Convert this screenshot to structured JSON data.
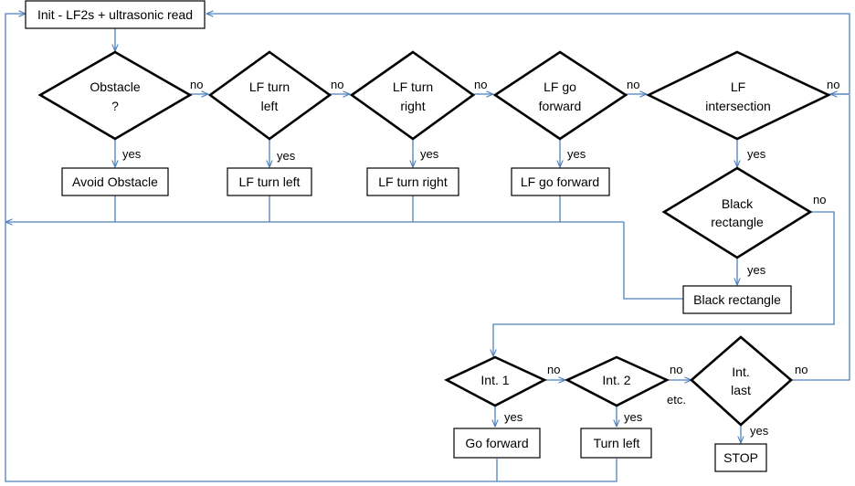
{
  "colors": {
    "connector": "#4f81bd",
    "shape_border": "#000000",
    "background": "#ffffff"
  },
  "nodes": {
    "init": "Init - LF2s + ultrasonic read",
    "obstacle_q": [
      "Obstacle",
      "?"
    ],
    "lf_turn_left_q": [
      "LF turn",
      "left"
    ],
    "lf_turn_right_q": [
      "LF turn",
      "right"
    ],
    "lf_go_forward_q": [
      "LF go",
      "forward"
    ],
    "lf_intersection_q": [
      "LF",
      "intersection"
    ],
    "black_rectangle_q": [
      "Black",
      "rectangle"
    ],
    "avoid_obstacle": "Avoid Obstacle",
    "lf_turn_left": "LF turn left",
    "lf_turn_right": "LF turn right",
    "lf_go_forward": "LF go forward",
    "black_rectangle": "Black rectangle",
    "int1_q": "Int. 1",
    "int2_q": "Int. 2",
    "int_last_q": [
      "Int.",
      "last"
    ],
    "go_forward": "Go forward",
    "turn_left": "Turn left",
    "stop": "STOP"
  },
  "edge_labels": {
    "yes": "yes",
    "no": "no",
    "etc": "etc."
  }
}
